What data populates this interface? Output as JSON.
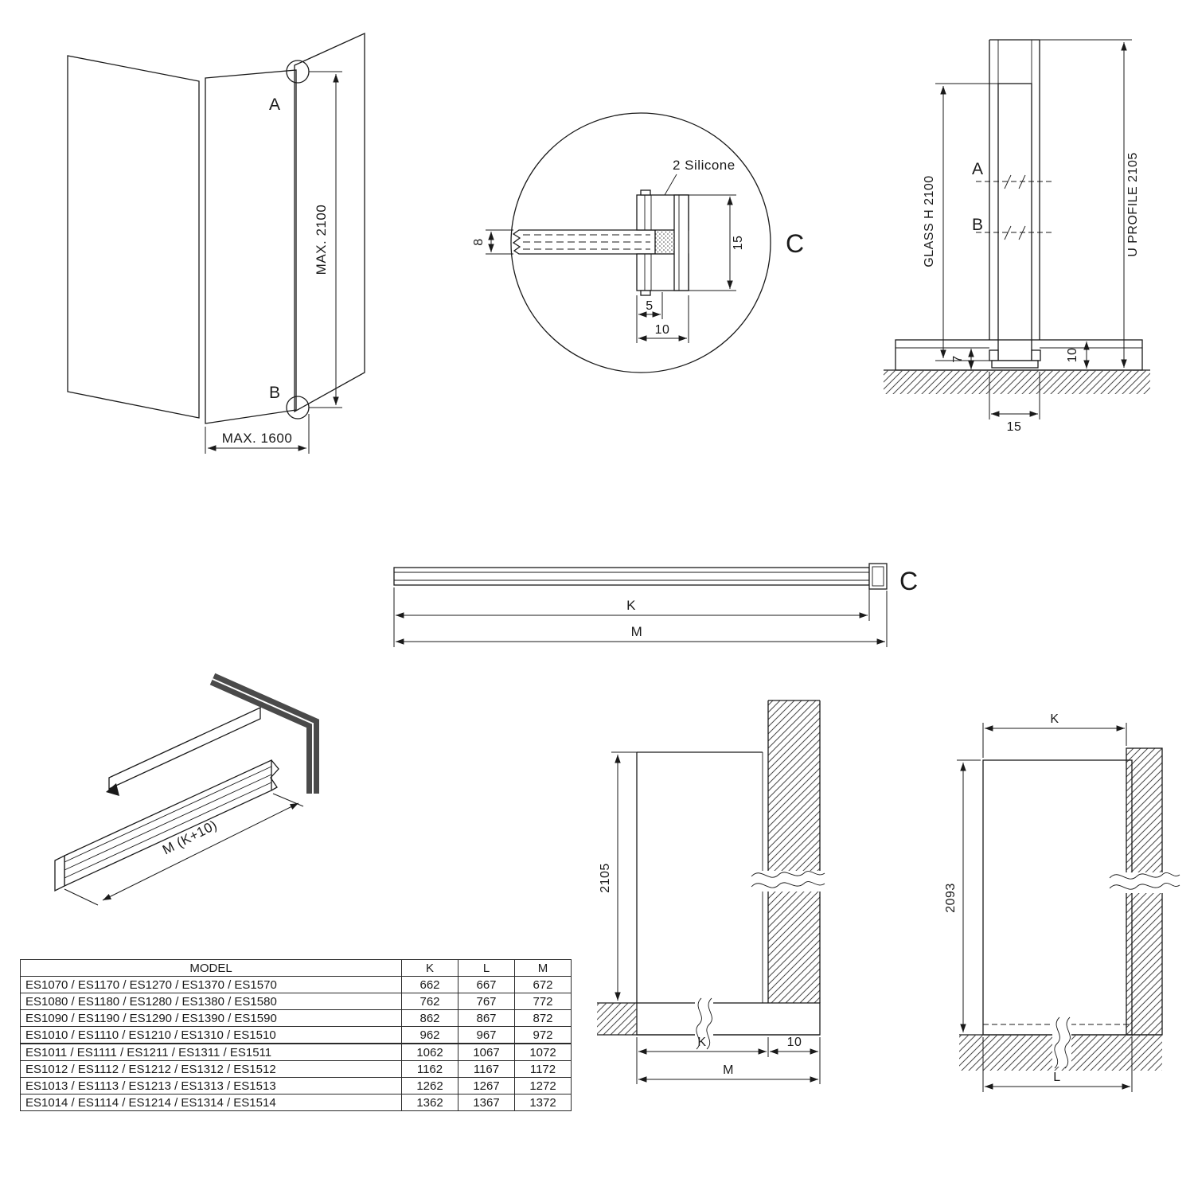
{
  "colors": {
    "glass": "#d8f5f3"
  },
  "iso_view": {
    "label_a": "A",
    "label_b": "B",
    "dim_height": "MAX. 2100",
    "dim_width": "MAX. 1600"
  },
  "detail": {
    "label": "C",
    "silicone": "2 Silicone",
    "dim_glass": "8",
    "dim_height": "15",
    "dim_inner": "5",
    "dim_outer": "10"
  },
  "side_view": {
    "label_a": "A",
    "label_b": "B",
    "dim_glass": "GLASS H 2100",
    "dim_profile": "U PROFILE 2105",
    "dim_step": "7",
    "dim_depth": "10",
    "dim_width": "15"
  },
  "bar_view": {
    "label_c": "C",
    "dim_k": "K",
    "dim_m": "M"
  },
  "extrusion_view": {
    "dim_label": "M (K+10)"
  },
  "front_view": {
    "dim_height": "2105",
    "dim_k": "K",
    "dim_gap": "10",
    "dim_m": "M"
  },
  "glass_view": {
    "dim_k": "K",
    "dim_height": "2093",
    "dim_l": "L"
  },
  "table": {
    "headers": {
      "model": "MODEL",
      "k": "K",
      "l": "L",
      "m": "M"
    },
    "rows": [
      {
        "model": "ES1070 / ES1170 / ES1270 / ES1370 / ES1570",
        "k": "662",
        "l": "667",
        "m": "672"
      },
      {
        "model": "ES1080 / ES1180 / ES1280 / ES1380 / ES1580",
        "k": "762",
        "l": "767",
        "m": "772"
      },
      {
        "model": "ES1090 / ES1190 / ES1290 / ES1390 / ES1590",
        "k": "862",
        "l": "867",
        "m": "872"
      },
      {
        "model": "ES1010 / ES1110 / ES1210 / ES1310 / ES1510",
        "k": "962",
        "l": "967",
        "m": "972"
      },
      {
        "model": "ES1011 / ES1111 / ES1211 / ES1311 / ES1511",
        "k": "1062",
        "l": "1067",
        "m": "1072"
      },
      {
        "model": "ES1012 / ES1112 / ES1212 / ES1312 / ES1512",
        "k": "1162",
        "l": "1167",
        "m": "1172"
      },
      {
        "model": "ES1013 / ES1113 / ES1213 / ES1313 / ES1513",
        "k": "1262",
        "l": "1267",
        "m": "1272"
      },
      {
        "model": "ES1014 / ES1114 / ES1214 / ES1314 / ES1514",
        "k": "1362",
        "l": "1367",
        "m": "1372"
      }
    ]
  }
}
